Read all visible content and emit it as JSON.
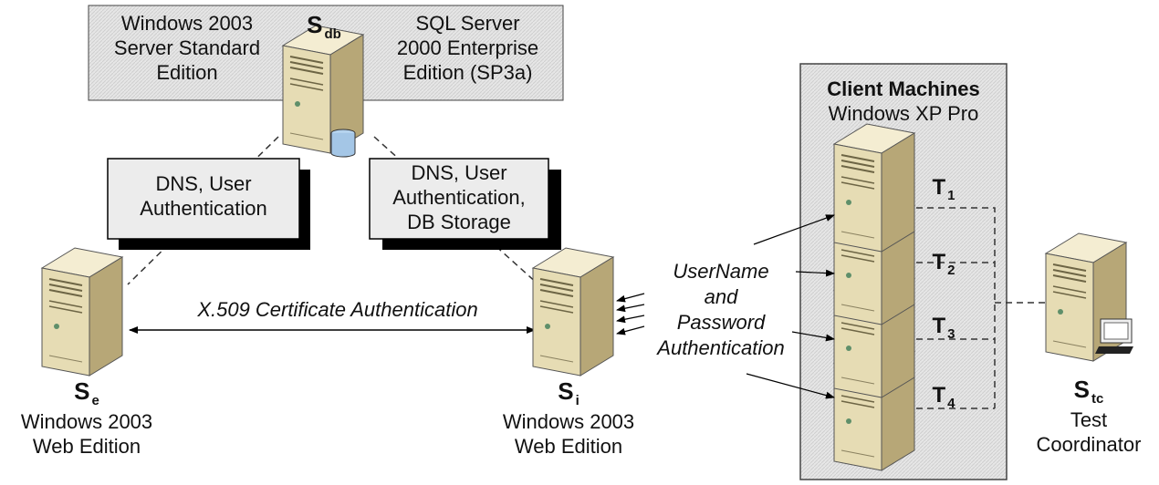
{
  "db_panel": {
    "left_text": [
      "Windows 2003",
      "Server Standard",
      "Edition"
    ],
    "right_text": [
      "SQL Server",
      "2000 Enterprise",
      "Edition (SP3a)"
    ]
  },
  "servers": {
    "db": {
      "name": "S",
      "sub": "db"
    },
    "e": {
      "name": "S",
      "sub": "e",
      "desc": [
        "Windows 2003",
        "Web Edition"
      ]
    },
    "i": {
      "name": "S",
      "sub": "i",
      "desc": [
        "Windows 2003",
        "Web Edition"
      ]
    },
    "tc": {
      "name": "S",
      "sub": "tc",
      "desc": [
        "Test",
        "Coordinator"
      ]
    }
  },
  "callouts": {
    "left": [
      "DNS, User",
      "Authentication"
    ],
    "right": [
      "DNS, User",
      "Authentication,",
      "DB Storage"
    ]
  },
  "link_label": "X.509 Certificate Authentication",
  "auth_label": [
    "UserName",
    "and",
    "Password",
    "Authentication"
  ],
  "clients": {
    "title": "Client Machines",
    "subtitle": "Windows XP Pro",
    "terminals": [
      {
        "name": "T",
        "sub": "1"
      },
      {
        "name": "T",
        "sub": "2"
      },
      {
        "name": "T",
        "sub": "3"
      },
      {
        "name": "T",
        "sub": "4"
      }
    ]
  },
  "colors": {
    "server_front": "#e6dcb4",
    "server_side": "#b7a777",
    "server_top": "#f4edd2",
    "panel_bg": "#e8e8e8",
    "callout_bg": "#ececec",
    "shadow": "#000000"
  }
}
